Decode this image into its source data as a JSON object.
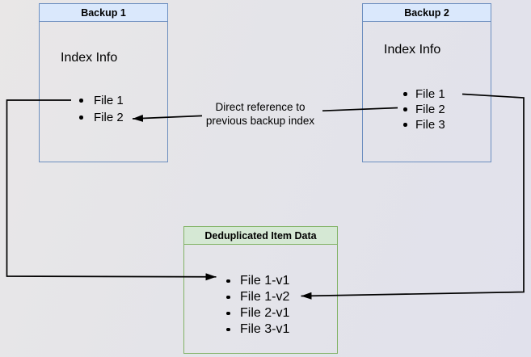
{
  "backup1": {
    "title": "Backup 1",
    "section_label": "Index Info",
    "items": [
      "File 1",
      "File 2"
    ]
  },
  "backup2": {
    "title": "Backup 2",
    "section_label": "Index Info",
    "items": [
      "File 1",
      "File 2",
      "File 3"
    ]
  },
  "dedup_store": {
    "title": "Deduplicated Item Data",
    "items": [
      "File 1-v1",
      "File 1-v2",
      "File 2-v1",
      "File 3-v1"
    ]
  },
  "annotation": {
    "line1": "Direct reference to",
    "line2": "previous backup index"
  },
  "colors": {
    "blue_border": "#6c8ebf",
    "blue_header_fill": "#dae8fc",
    "green_border": "#82b366",
    "green_header_fill": "#d5e8d4",
    "arrow": "#000000",
    "text": "#000000"
  }
}
